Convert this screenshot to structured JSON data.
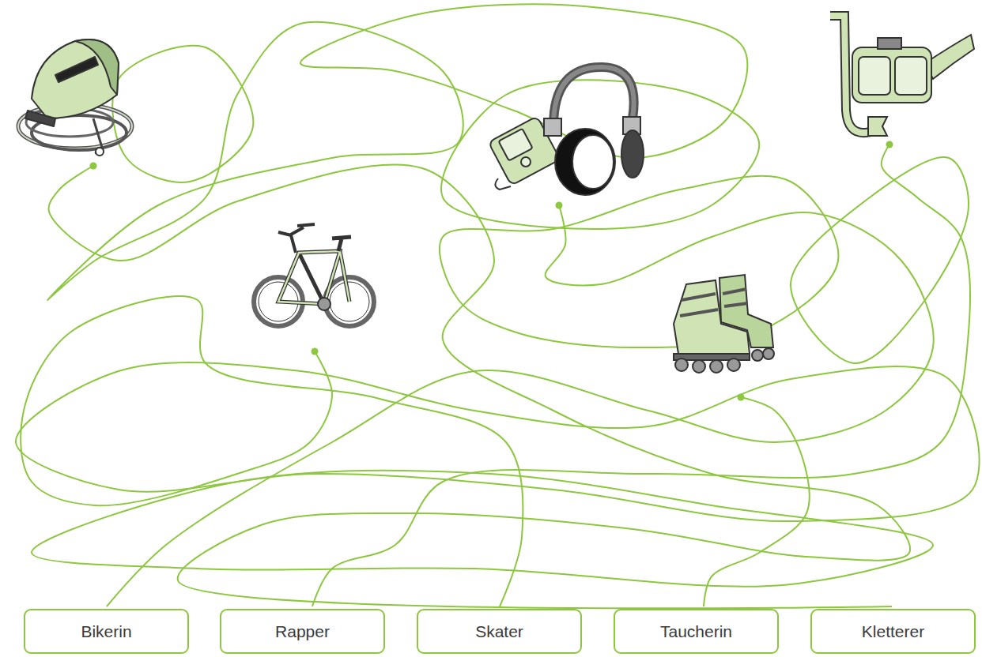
{
  "diagram": {
    "nodes": [
      {
        "text": [
          "Bikerin"
        ]
      },
      {
        "text": [
          "Rapper"
        ]
      },
      {
        "text": [
          "Skater"
        ]
      },
      {
        "text": [
          "Taucherin"
        ]
      },
      {
        "text": [
          "Kletterer"
        ]
      }
    ]
  }
}
